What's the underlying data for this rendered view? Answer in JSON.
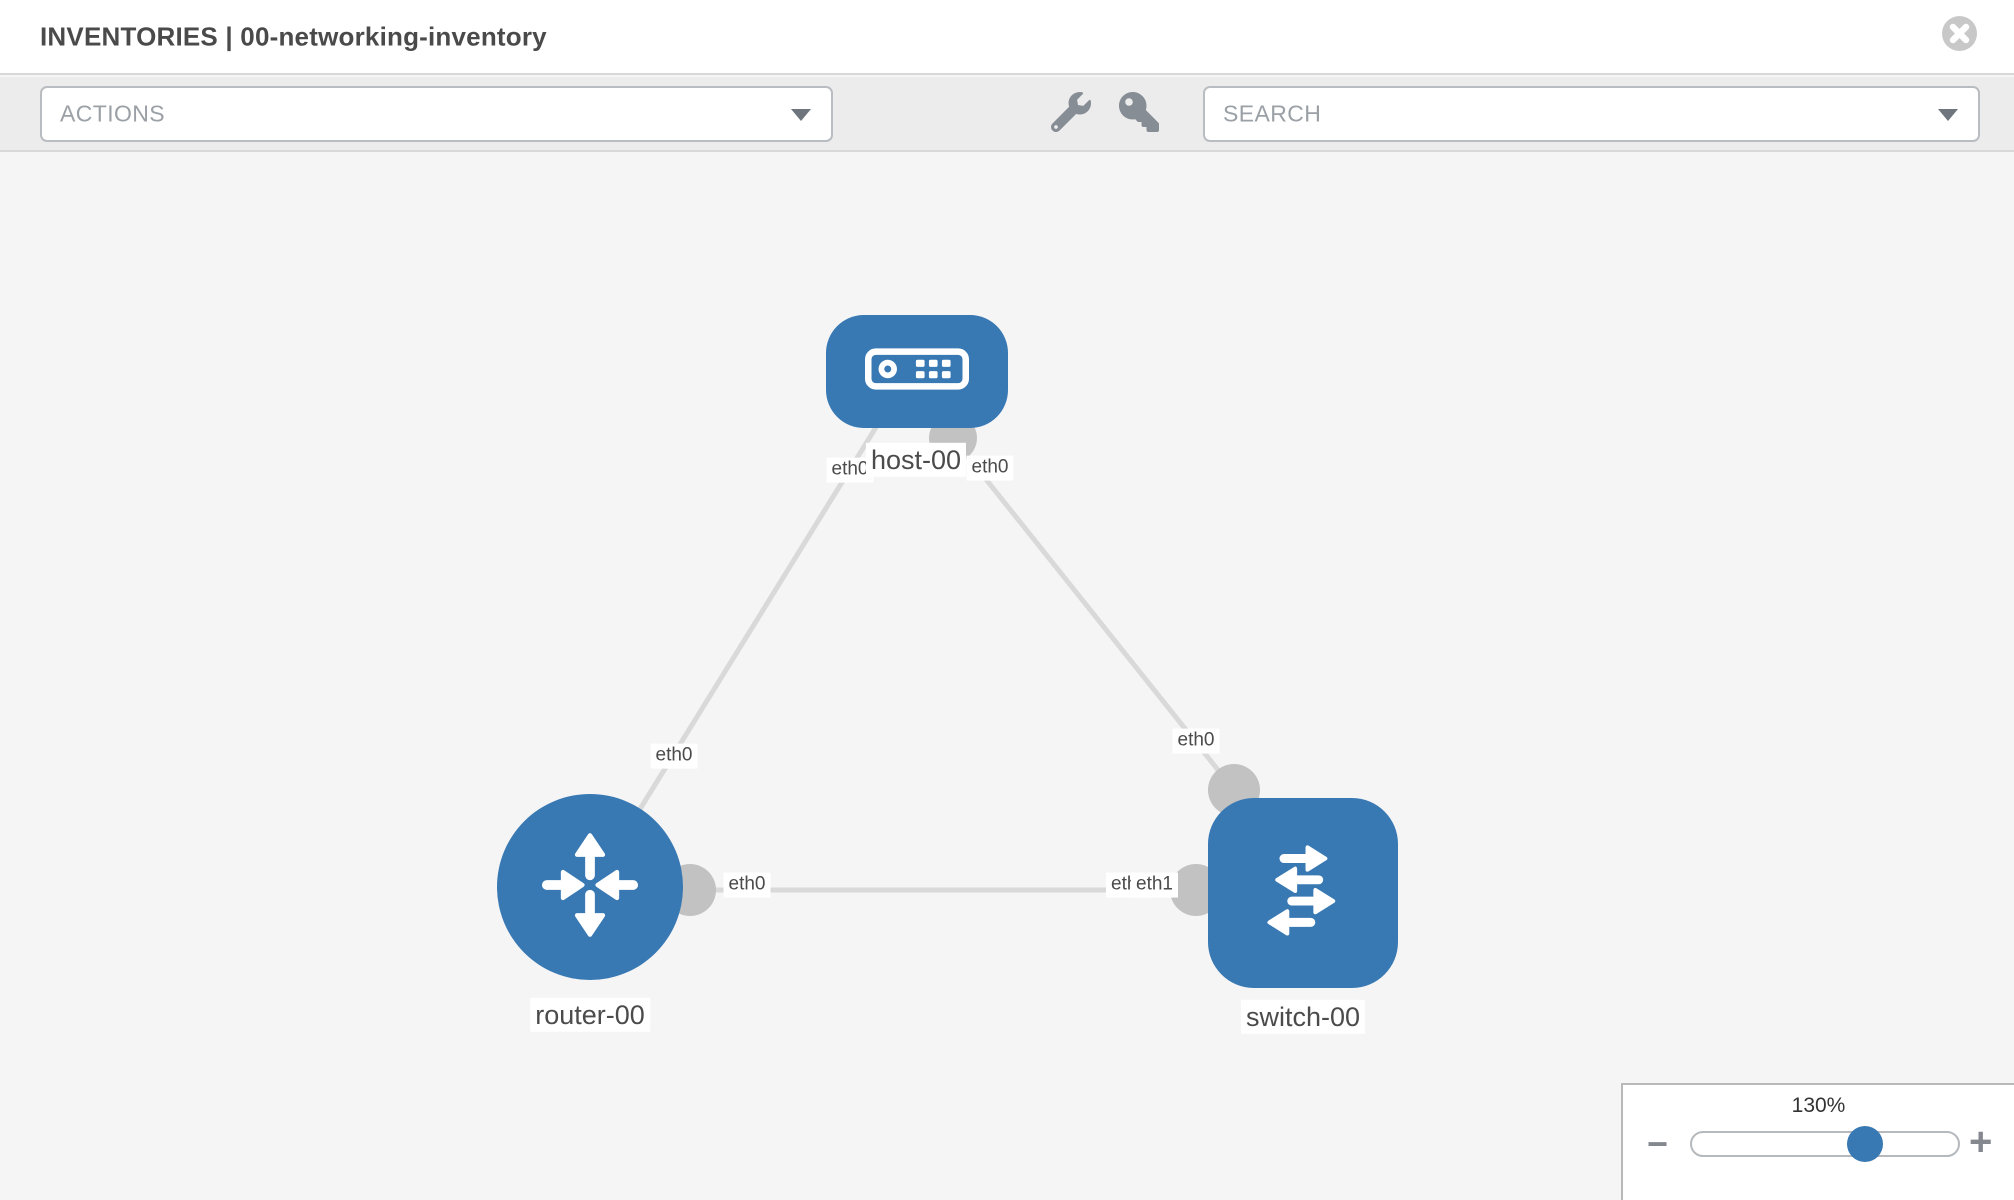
{
  "header": {
    "title": "INVENTORIES | 00-networking-inventory"
  },
  "toolbar": {
    "actions": {
      "placeholder": "ACTIONS"
    },
    "search": {
      "placeholder": "SEARCH"
    },
    "icons": [
      "wrench-icon",
      "key-icon"
    ]
  },
  "topology": {
    "nodes": [
      {
        "label": "host-00",
        "type": "host"
      },
      {
        "label": "router-00",
        "type": "router"
      },
      {
        "label": "switch-00",
        "type": "switch"
      }
    ],
    "interface_labels": {
      "host_left": "eth0",
      "host_right": "eth0",
      "router_link": "eth0",
      "switch_link": "eth0",
      "router_if": "eth0",
      "switch_if_back": "eth0",
      "switch_if_front": "eth1"
    },
    "links": [
      {
        "from": "host-00",
        "from_if": "eth0",
        "to": "router-00",
        "to_if": "eth0"
      },
      {
        "from": "host-00",
        "from_if": "eth0",
        "to": "switch-00",
        "to_if": "eth0"
      },
      {
        "from": "router-00",
        "from_if": "eth0",
        "to": "switch-00",
        "to_if": "eth1"
      }
    ]
  },
  "zoom_control": {
    "level": "130%",
    "minus_label": "−",
    "plus_label": "+"
  },
  "colors": {
    "node_blue": "#3878b3",
    "link_gray": "#d9d9d9",
    "interface_gray": "#c2c2c2",
    "toolbar_gray": "#ececec",
    "canvas_gray": "#f5f5f6"
  }
}
